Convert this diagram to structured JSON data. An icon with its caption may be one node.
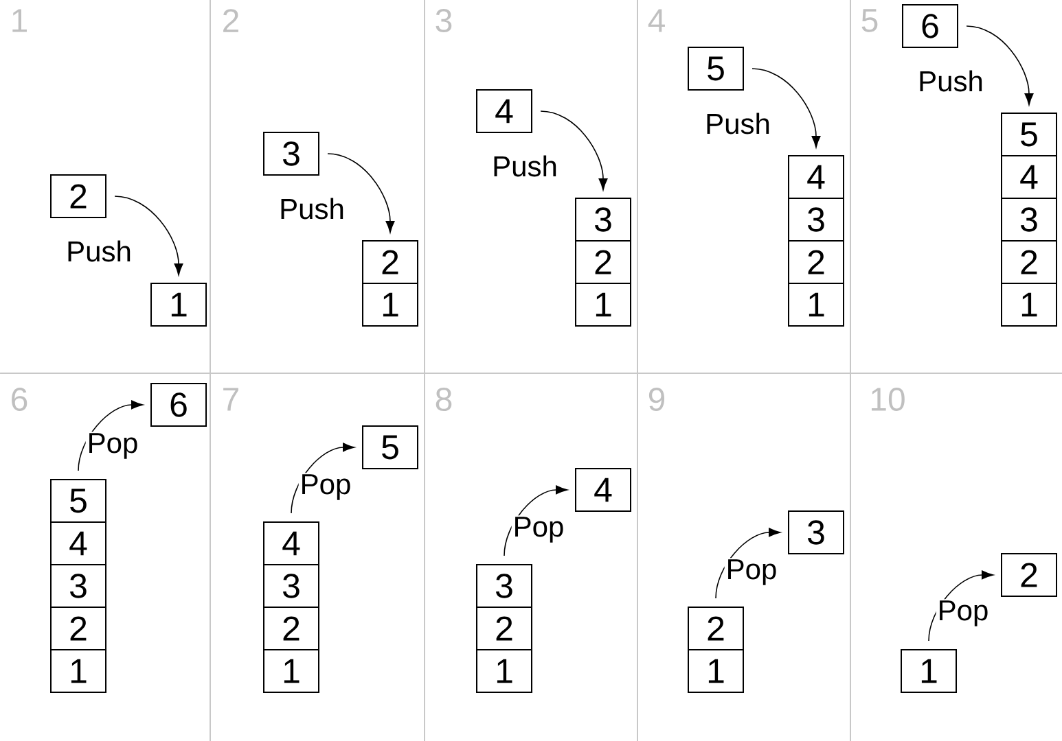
{
  "diagram": {
    "nodes": [
      {
        "text": [
          "2"
        ]
      },
      {
        "text": [
          "1"
        ]
      },
      {
        "text": [
          "3"
        ]
      },
      {
        "text": [
          "2"
        ]
      },
      {
        "text": [
          "1"
        ]
      },
      {
        "text": [
          "4"
        ]
      },
      {
        "text": [
          "3"
        ]
      },
      {
        "text": [
          "2"
        ]
      },
      {
        "text": [
          "1"
        ]
      },
      {
        "text": [
          "5"
        ]
      },
      {
        "text": [
          "4"
        ]
      },
      {
        "text": [
          "3"
        ]
      },
      {
        "text": [
          "2"
        ]
      },
      {
        "text": [
          "1"
        ]
      },
      {
        "text": [
          "6"
        ]
      },
      {
        "text": [
          "5"
        ]
      },
      {
        "text": [
          "4"
        ]
      },
      {
        "text": [
          "3"
        ]
      },
      {
        "text": [
          "2"
        ]
      },
      {
        "text": [
          "1"
        ]
      },
      {
        "text": [
          "6"
        ]
      },
      {
        "text": [
          "5"
        ]
      },
      {
        "text": [
          "4"
        ]
      },
      {
        "text": [
          "3"
        ]
      },
      {
        "text": [
          "2"
        ]
      },
      {
        "text": [
          "1"
        ]
      },
      {
        "text": [
          "5"
        ]
      },
      {
        "text": [
          "4"
        ]
      },
      {
        "text": [
          "3"
        ]
      },
      {
        "text": [
          "2"
        ]
      },
      {
        "text": [
          "1"
        ]
      },
      {
        "text": [
          "4"
        ]
      },
      {
        "text": [
          "3"
        ]
      },
      {
        "text": [
          "2"
        ]
      },
      {
        "text": [
          "1"
        ]
      },
      {
        "text": [
          "3"
        ]
      },
      {
        "text": [
          "2"
        ]
      },
      {
        "text": [
          "1"
        ]
      },
      {
        "text": [
          "2"
        ]
      },
      {
        "text": [
          "1"
        ]
      }
    ],
    "edges": [
      {
        "from": 0,
        "to": 1,
        "arrow": "to",
        "label": "Push"
      },
      {
        "from": 2,
        "to": 3,
        "arrow": "to",
        "label": "Push"
      },
      {
        "from": 5,
        "to": 6,
        "arrow": "to",
        "label": "Push"
      },
      {
        "from": 9,
        "to": 10,
        "arrow": "to",
        "label": "Push"
      },
      {
        "from": 14,
        "to": 15,
        "arrow": "to",
        "label": "Push"
      },
      {
        "from": 21,
        "to": 20,
        "arrow": "to",
        "label": "Pop"
      },
      {
        "from": 27,
        "to": 26,
        "arrow": "to",
        "label": "Pop"
      },
      {
        "from": 32,
        "to": 31,
        "arrow": "to",
        "label": "Pop"
      },
      {
        "from": 36,
        "to": 35,
        "arrow": "to",
        "label": "Pop"
      },
      {
        "from": 39,
        "to": 38,
        "arrow": "to",
        "label": "Pop"
      }
    ],
    "labels": [
      "1",
      "2",
      "3",
      "4",
      "5",
      "6",
      "7",
      "8",
      "9",
      "10"
    ]
  }
}
